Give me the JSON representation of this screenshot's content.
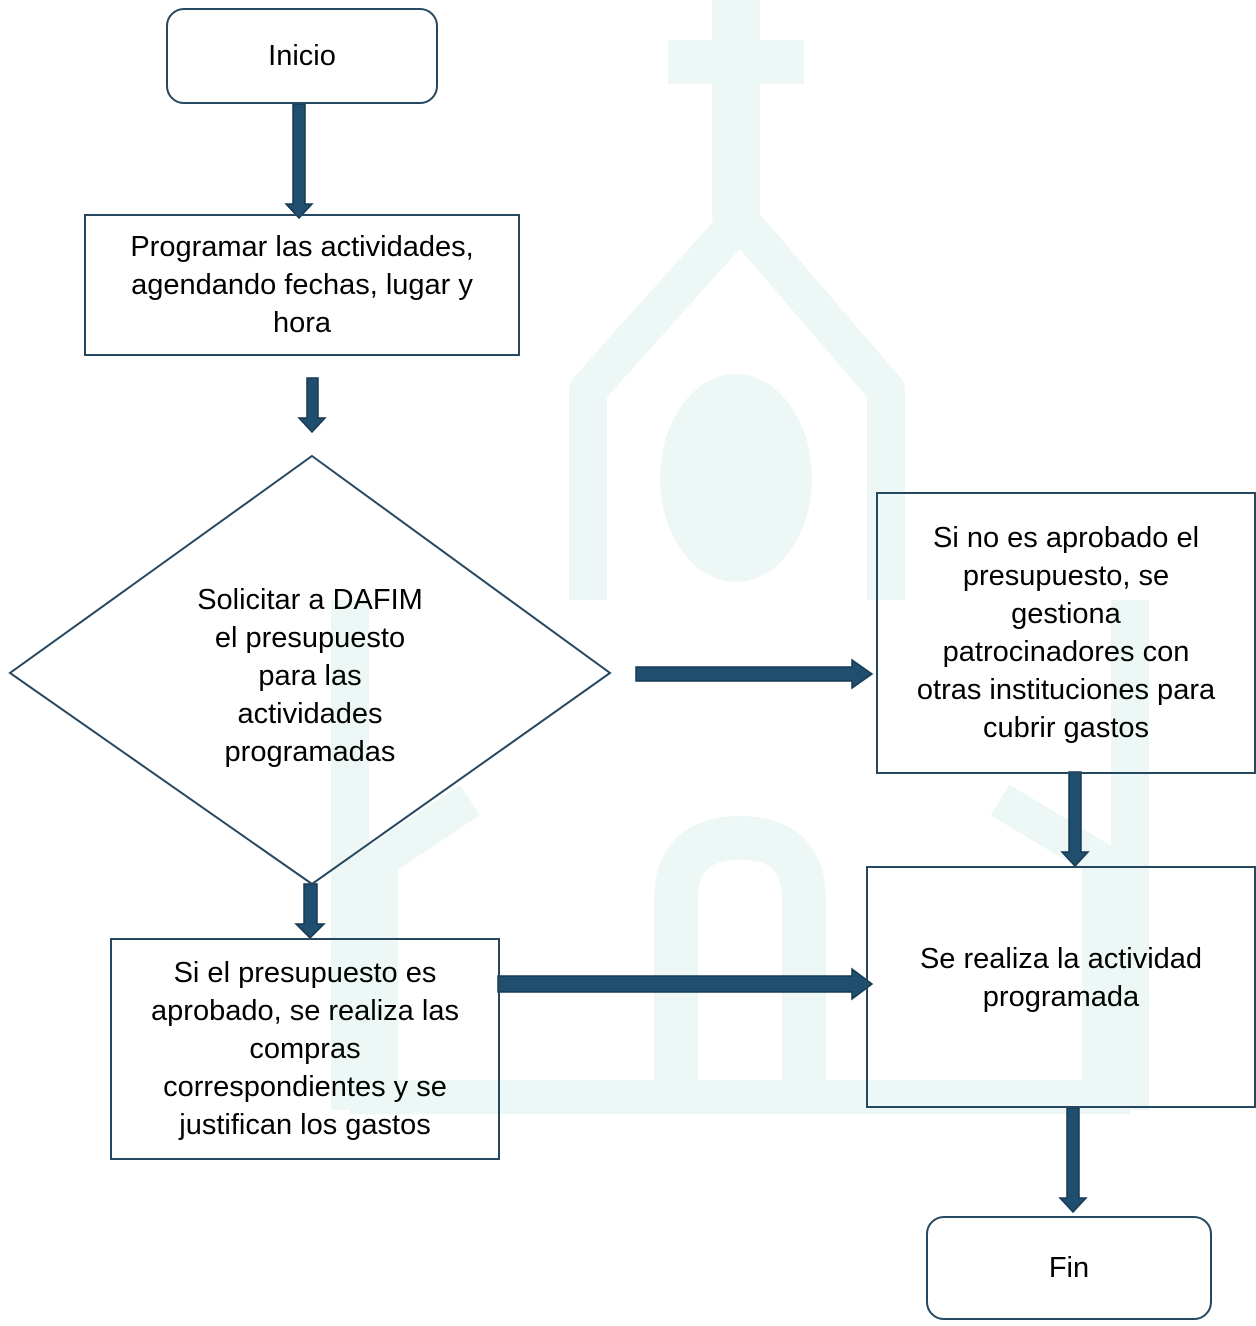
{
  "colors": {
    "arrow_fill": "#1f4e6e",
    "arrow_stroke": "#173a52",
    "box_border": "#25475f",
    "watermark": "#edf8f6",
    "text": "#000000"
  },
  "diagram": {
    "start": "Inicio",
    "program": "Programar las actividades,\nagendando fechas, lugar y\nhora",
    "decision": "Solicitar a DAFIM\nel presupuesto\npara las\nactividades\nprogramadas",
    "not_approved": "Si no es aprobado el\npresupuesto, se\ngestiona\npatrocinadores con\notras instituciones para\ncubrir gastos",
    "approved": "Si el presupuesto es\naprobado, se realiza las\ncompras\ncorrespondientes y se\njustifican los gastos",
    "perform": "Se realiza la actividad\nprogramada",
    "end": "Fin"
  },
  "watermark_icon": "church-icon"
}
